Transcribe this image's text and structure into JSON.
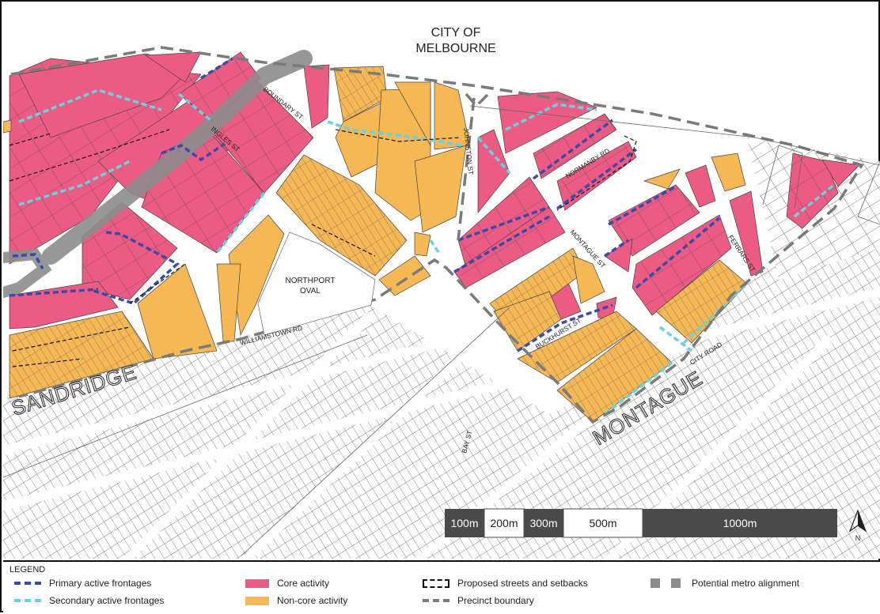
{
  "colors": {
    "core": "#ec5b84",
    "noncore": "#f6b854",
    "primary_frontage": "#3a4aa8",
    "secondary_frontage": "#67d3e0",
    "metro": "#8c8c8c",
    "boundary": "#7a7a7a",
    "lots_line": "#444444",
    "scale_dark": "#4a4a4a"
  },
  "map": {
    "city_label": [
      "CITY OF",
      "MELBOURNE"
    ],
    "neighbourhoods": {
      "sandridge": "SANDRIDGE",
      "montague": "MONTAGUE"
    },
    "streets": {
      "boundary_st": "BOUNDARY ST",
      "ingles_st": "INGLES ST",
      "johnston_st": "JOHNSTON ST",
      "normanby_rd": "NORMANBY RD",
      "montague_st": "MONTAGUE ST",
      "ferrars_st": "FERRARS ST",
      "buckhurst_st": "BUCKHURST ST",
      "city_road": "CITY ROAD",
      "williamstown_rd": "WILLIAMSTOWN RD",
      "bay_st": "BAY ST"
    },
    "oval_label": [
      "NORTHPORT",
      "OVAL"
    ],
    "north_label": "N",
    "north_icon": "north-arrow-icon",
    "scale_bar": [
      "100m",
      "200m",
      "300m",
      "500m",
      "1000m"
    ]
  },
  "legend": {
    "title": "LEGEND",
    "primary": "Primary active frontages",
    "secondary": "Secondary active frontages",
    "core": "Core activity",
    "noncore": "Non-core activity",
    "proposed": "Proposed streets and setbacks",
    "boundary": "Precinct boundary",
    "metro": "Potential metro alignment"
  }
}
